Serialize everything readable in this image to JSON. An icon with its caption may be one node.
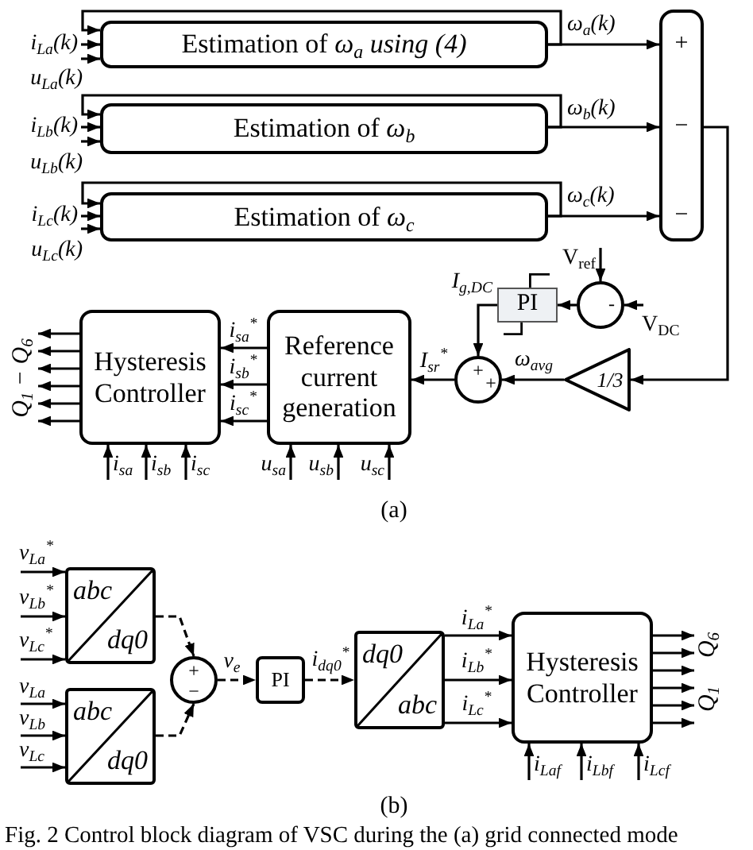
{
  "diagram": {
    "caption": "Fig. 2 Control block diagram of VSC during the (a) grid connected mode",
    "nodes": [
      {
        "text": [
          "Estimation of *ω*$_{a}$ *using (4)*"
        ]
      },
      {
        "text": [
          "Estimation of *ω*$_{b}$"
        ]
      },
      {
        "text": [
          "Estimation of *ω*$_{c}$"
        ]
      },
      {
        "text": [
          "+",
          "−",
          "−"
        ]
      },
      {
        "text": [
          "1/3"
        ]
      },
      {
        "text": [
          "+",
          "+"
        ]
      },
      {
        "text": [
          "PI"
        ]
      },
      {
        "text": [
          "-"
        ]
      },
      {
        "text": [
          "Reference current generation"
        ]
      },
      {
        "text": [
          "Hysteresis Controller"
        ]
      },
      {
        "text": [
          "abc",
          "dq0"
        ]
      },
      {
        "text": [
          "abc",
          "dq0"
        ]
      },
      {
        "text": [
          "+",
          "−"
        ]
      },
      {
        "text": [
          "PI"
        ]
      },
      {
        "text": [
          "dq0",
          "abc"
        ]
      },
      {
        "text": [
          "Hysteresis Controller"
        ]
      },
      {
        "text": [
          "Q$_{1}$ − Q$_{6}$"
        ]
      },
      {
        "text": [
          "Q$_{6}$"
        ]
      },
      {
        "text": [
          "Q$_{1}$"
        ]
      }
    ],
    "edges": [
      {
        "from": 0,
        "to": 0,
        "arrow": "to"
      },
      {
        "from": null,
        "to": 0,
        "arrow": "to",
        "label": "i$_{La}$(k)"
      },
      {
        "from": null,
        "to": 0,
        "arrow": "to",
        "label": "u$_{La}$(k)"
      },
      {
        "from": 0,
        "to": 3,
        "arrow": "to",
        "label": "ω$_{a}$(k)"
      },
      {
        "from": 1,
        "to": 1,
        "arrow": "to"
      },
      {
        "from": null,
        "to": 1,
        "arrow": "to",
        "label": "i$_{Lb}$(k)"
      },
      {
        "from": null,
        "to": 1,
        "arrow": "to",
        "label": "u$_{Lb}$(k)"
      },
      {
        "from": 1,
        "to": 3,
        "arrow": "to",
        "label": "ω$_{b}$(k)"
      },
      {
        "from": 2,
        "to": 2,
        "arrow": "to"
      },
      {
        "from": null,
        "to": 2,
        "arrow": "to",
        "label": "i$_{Lc}$(k)"
      },
      {
        "from": null,
        "to": 2,
        "arrow": "to",
        "label": "u$_{Lc}$(k)"
      },
      {
        "from": 2,
        "to": 3,
        "arrow": "to",
        "label": "ω$_{c}$(k)"
      },
      {
        "from": 3,
        "to": 4,
        "arrow": "to"
      },
      {
        "from": 4,
        "to": 5,
        "arrow": "to",
        "label": "ω$_{avg}$"
      },
      {
        "from": null,
        "to": 7,
        "arrow": "to",
        "label": "V$_{ref}$"
      },
      {
        "from": null,
        "to": 7,
        "arrow": "to",
        "label": "V$_{DC}$"
      },
      {
        "from": 7,
        "to": 6,
        "arrow": "to"
      },
      {
        "from": 6,
        "to": 5,
        "arrow": "to",
        "label": "I$_{g,DC}$"
      },
      {
        "from": 5,
        "to": 8,
        "arrow": "to",
        "label": "I$_{sr}$$^{*}$"
      },
      {
        "from": 8,
        "to": 9,
        "arrow": "to",
        "label": "i$_{sa}$$^{*}$"
      },
      {
        "from": 8,
        "to": 9,
        "arrow": "to",
        "label": "i$_{sb}$$^{*}$"
      },
      {
        "from": 8,
        "to": 9,
        "arrow": "to",
        "label": "i$_{sc}$$^{*}$"
      },
      {
        "from": 9,
        "to": 16,
        "arrow": "to"
      },
      {
        "from": 9,
        "to": 16,
        "arrow": "to"
      },
      {
        "from": 9,
        "to": 16,
        "arrow": "to"
      },
      {
        "from": 9,
        "to": 16,
        "arrow": "to"
      },
      {
        "from": 9,
        "to": 16,
        "arrow": "to"
      },
      {
        "from": 9,
        "to": 16,
        "arrow": "to"
      },
      {
        "from": null,
        "to": 9,
        "arrow": "to",
        "label": "i$_{sa}$"
      },
      {
        "from": null,
        "to": 9,
        "arrow": "to",
        "label": "i$_{sb}$"
      },
      {
        "from": null,
        "to": 9,
        "arrow": "to",
        "label": "i$_{sc}$"
      },
      {
        "from": null,
        "to": 8,
        "arrow": "to",
        "label": "u$_{sa}$"
      },
      {
        "from": null,
        "to": 8,
        "arrow": "to",
        "label": "u$_{sb}$"
      },
      {
        "from": null,
        "to": 8,
        "arrow": "to",
        "label": "u$_{sc}$"
      },
      {
        "from": null,
        "to": 10,
        "arrow": "to",
        "label": "v$_{La}$$^{*}$"
      },
      {
        "from": null,
        "to": 10,
        "arrow": "to",
        "label": "v$_{Lb}$$^{*}$"
      },
      {
        "from": null,
        "to": 10,
        "arrow": "to",
        "label": "v$_{Lc}$$^{*}$"
      },
      {
        "from": null,
        "to": 11,
        "arrow": "to",
        "label": "v$_{La}$"
      },
      {
        "from": null,
        "to": 11,
        "arrow": "to",
        "label": "v$_{Lb}$"
      },
      {
        "from": null,
        "to": 11,
        "arrow": "to",
        "label": "v$_{Lc}$"
      },
      {
        "from": 10,
        "to": 12,
        "arrow": "to",
        "style": "dashed"
      },
      {
        "from": 11,
        "to": 12,
        "arrow": "to",
        "style": "dashed"
      },
      {
        "from": 12,
        "to": 13,
        "arrow": "to",
        "style": "dashed",
        "label": "v$_{e}$"
      },
      {
        "from": 13,
        "to": 14,
        "arrow": "to",
        "style": "dashed",
        "label": "i$_{dq0}$$^{*}$"
      },
      {
        "from": 14,
        "to": 15,
        "arrow": "to",
        "label": "i$_{La}$$^{*}$"
      },
      {
        "from": 14,
        "to": 15,
        "arrow": "to",
        "label": "i$_{Lb}$$^{*}$"
      },
      {
        "from": 14,
        "to": 15,
        "arrow": "to",
        "label": "i$_{Lc}$$^{*}$"
      },
      {
        "from": 15,
        "to": 17,
        "arrow": "to"
      },
      {
        "from": 15,
        "to": 17,
        "arrow": "to"
      },
      {
        "from": 15,
        "to": 17,
        "arrow": "to"
      },
      {
        "from": 15,
        "to": 18,
        "arrow": "to"
      },
      {
        "from": 15,
        "to": 18,
        "arrow": "to"
      },
      {
        "from": 15,
        "to": 18,
        "arrow": "to"
      },
      {
        "from": null,
        "to": 15,
        "arrow": "to",
        "label": "i$_{Laf}$"
      },
      {
        "from": null,
        "to": 15,
        "arrow": "to",
        "label": "i$_{Lbf}$"
      },
      {
        "from": null,
        "to": 15,
        "arrow": "to",
        "label": "i$_{Lcf}$"
      }
    ],
    "labels": [
      "(a)",
      "(b)"
    ]
  }
}
